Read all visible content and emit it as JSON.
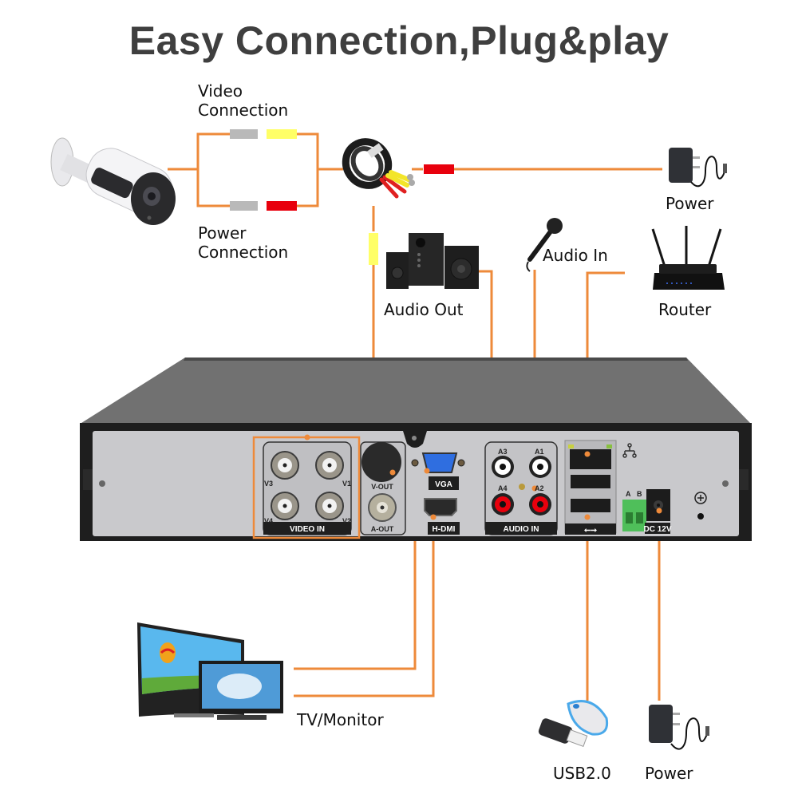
{
  "title": "Easy Connection,Plug&play",
  "colors": {
    "wire": "#ee8a3a",
    "video_plug": "#ffff66",
    "power_plug": "#e8000d",
    "neutral_plug": "#b9b9b9",
    "title_text": "#3f3f3f",
    "dvr_panel": "#c9c9cc",
    "dvr_top": "#6e6e6e"
  },
  "devices": {
    "camera": {
      "icon": "bullet-camera-icon"
    },
    "video_connection": {
      "label_line1": "Video",
      "label_line2": "Connection"
    },
    "power_connection": {
      "label_line1": "Power",
      "label_line2": "Connection"
    },
    "cable": {
      "icon": "bnc-cable-coil-icon"
    },
    "power_top": {
      "label": "Power",
      "icon": "power-adapter-icon"
    },
    "audio_out": {
      "label": "Audio Out",
      "icon": "speakers-icon"
    },
    "audio_in": {
      "label": "Audio In",
      "icon": "microphone-icon"
    },
    "router": {
      "label": "Router",
      "icon": "router-icon"
    },
    "tv_monitor": {
      "label": "TV/Monitor",
      "icon": "tv-monitor-icon"
    },
    "usb": {
      "label": "USB2.0",
      "icon": "usb-mouse-icon"
    },
    "power_bottom": {
      "label": "Power",
      "icon": "power-adapter-icon"
    }
  },
  "dvr_panel": {
    "video_in": {
      "label": "VIDEO IN",
      "ports": [
        "V3",
        "V1",
        "V4",
        "V2"
      ]
    },
    "v_out": "V-OUT",
    "a_out": "A-OUT",
    "vga": "VGA",
    "hdmi": "H-DMI",
    "audio_in": {
      "label": "AUDIO IN",
      "ports": [
        "A3",
        "A1",
        "A4",
        "A2"
      ]
    },
    "rs485": {
      "a": "A",
      "b": "B"
    },
    "dc": "DC 12V"
  }
}
